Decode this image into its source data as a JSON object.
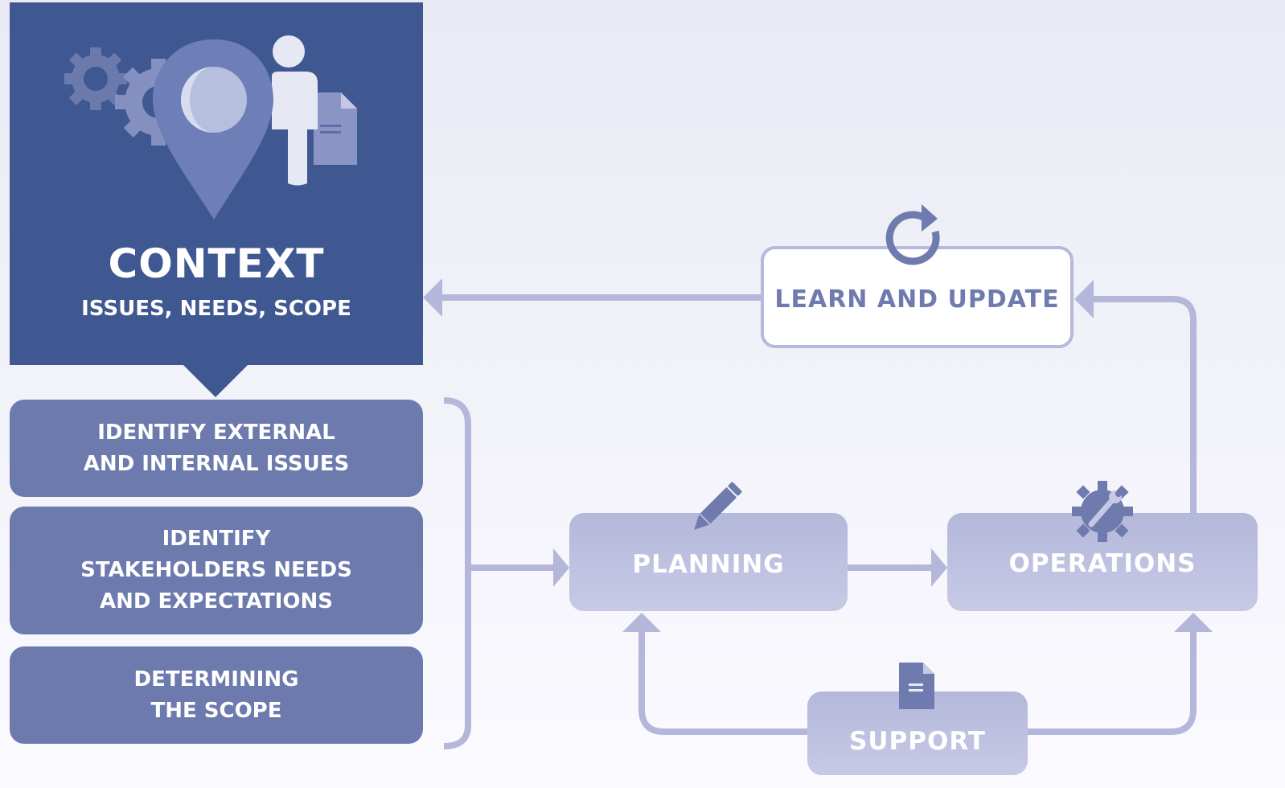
{
  "context": {
    "title": "CONTEXT",
    "subtitle": "ISSUES, NEEDS, SCOPE"
  },
  "steps": [
    {
      "label": "IDENTIFY EXTERNAL\nAND INTERNAL ISSUES"
    },
    {
      "label": "IDENTIFY\nSTAKEHOLDERS NEEDS\nAND EXPECTATIONS"
    },
    {
      "label": "DETERMINING\nTHE SCOPE"
    }
  ],
  "nodes": {
    "learn": "LEARN AND UPDATE",
    "planning": "PLANNING",
    "operations": "OPERATIONS",
    "support": "SUPPORT"
  },
  "colors": {
    "context_bg": "#3f5892",
    "step_bg": "#6c7aae",
    "node_bg": "#b4b8da",
    "connector": "#b4b7da",
    "icon": "#6f7bae"
  },
  "icons": [
    "gear-icon",
    "location-pin-icon",
    "person-icon",
    "document-icon",
    "refresh-icon",
    "pencil-icon",
    "gear-wrench-icon",
    "support-document-icon"
  ]
}
